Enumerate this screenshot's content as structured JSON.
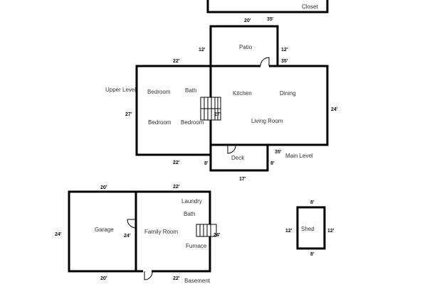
{
  "rooms": {
    "closet": "Closet",
    "patio": "Patio",
    "upper_level": "Upper Level",
    "bedroom1": "Bedroom",
    "bath_upper": "Bath",
    "bedroom2": "Bedroom",
    "bedroom3": "Bedroom",
    "kitchen": "Kitchen",
    "dining": "Dining",
    "living_room": "Living Room",
    "deck": "Deck",
    "main_level": "Main Level",
    "garage": "Garage",
    "laundry": "Laundry",
    "bath_basement": "Bath",
    "family_room": "Family Room",
    "furnace": "Furnace",
    "basement": "Basement",
    "shed": "Shed"
  },
  "dimensions": {
    "top_20": "20'",
    "top_35": "35'",
    "patio_left": "12'",
    "patio_right": "12'",
    "upper_top": "22'",
    "main_top": "35'",
    "upper_left": "27'",
    "main_right": "24'",
    "stair_27": "27'",
    "upper_bottom": "22'",
    "deck_left": "8'",
    "deck_right": "8'",
    "main_bottom": "35'",
    "deck_bottom": "17'",
    "garage_top": "20'",
    "family_top": "22'",
    "garage_left": "24'",
    "garage_inner": "24'",
    "family_right": "24'",
    "garage_bottom": "20'",
    "family_bottom": "22'",
    "shed_top": "8'",
    "shed_left": "12'",
    "shed_right": "12'",
    "shed_bottom": "8'"
  }
}
